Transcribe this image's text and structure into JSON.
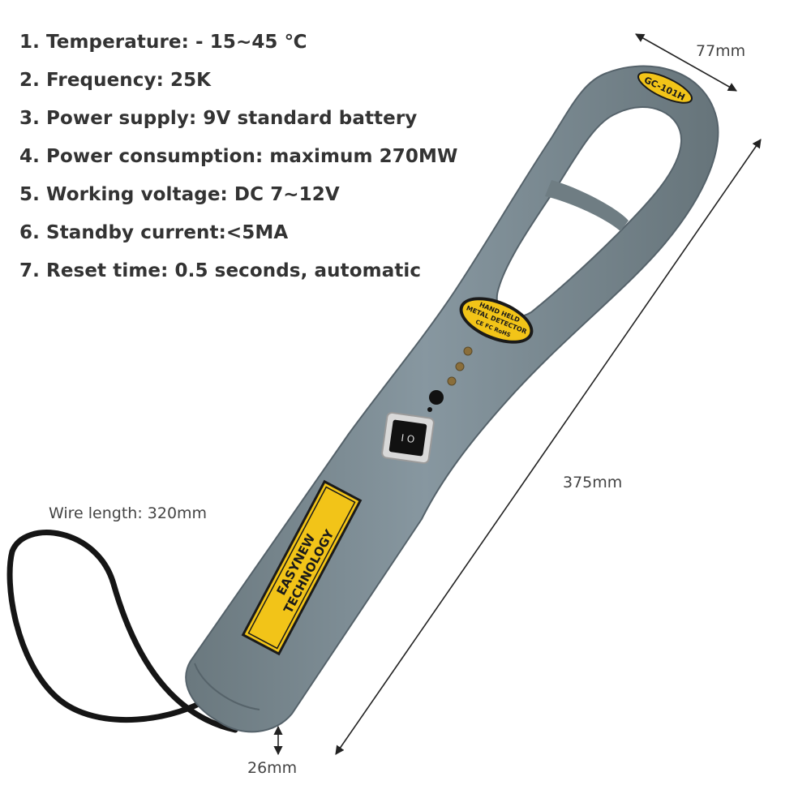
{
  "specs": [
    "1. Temperature: - 15~45 ℃",
    "2. Frequency: 25K",
    "3. Power supply: 9V standard battery",
    "4. Power consumption: maximum 270MW",
    "5. Working voltage: DC 7~12V",
    "6. Standby current:<5MA",
    "7. Reset time: 0.5 seconds, automatic"
  ],
  "dimensions": {
    "width": "77mm",
    "length": "375mm",
    "thickness": "26mm",
    "wire": "Wire length: 320mm"
  },
  "product": {
    "model_badge": "GC-101H",
    "label_line1": "HAND HELD",
    "label_line2": "METAL DETECTOR",
    "label_marks": "CE FC RoHS",
    "brand_line1": "EASYNEW",
    "brand_line2": "TECHNOLOGY"
  },
  "colors": {
    "body": "#7b8a90",
    "label_yellow": "#f2c418",
    "label_black": "#1a1a1a",
    "cord": "#151515"
  }
}
